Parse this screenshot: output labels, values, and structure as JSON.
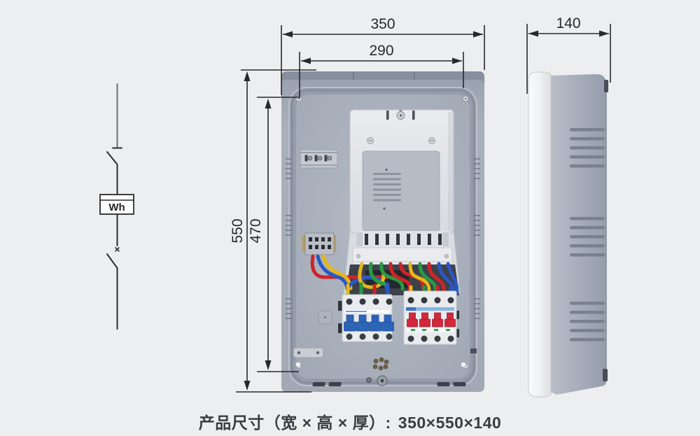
{
  "schematic": {
    "meter_label": "Wh",
    "breaker_mark": "×"
  },
  "dimensions": {
    "front_width": "350",
    "front_inner_width": "290",
    "front_height": "550",
    "front_inner_height": "470",
    "side_depth": "140"
  },
  "footer": {
    "caption": "产品尺寸（宽 × 高 × 厚）:",
    "value": "350×550×140"
  },
  "colors": {
    "background": "#eceef0",
    "enclosure_grey": "#a6adb8",
    "plate_white": "#e6e8eb",
    "wire_yellow": "#e6b719",
    "wire_green": "#279a43",
    "wire_red": "#cf2428",
    "wire_blue": "#2b57c4",
    "toggle_blue": "#2c65b8",
    "toggle_red": "#d3293c",
    "dimension_line": "#26282b"
  }
}
